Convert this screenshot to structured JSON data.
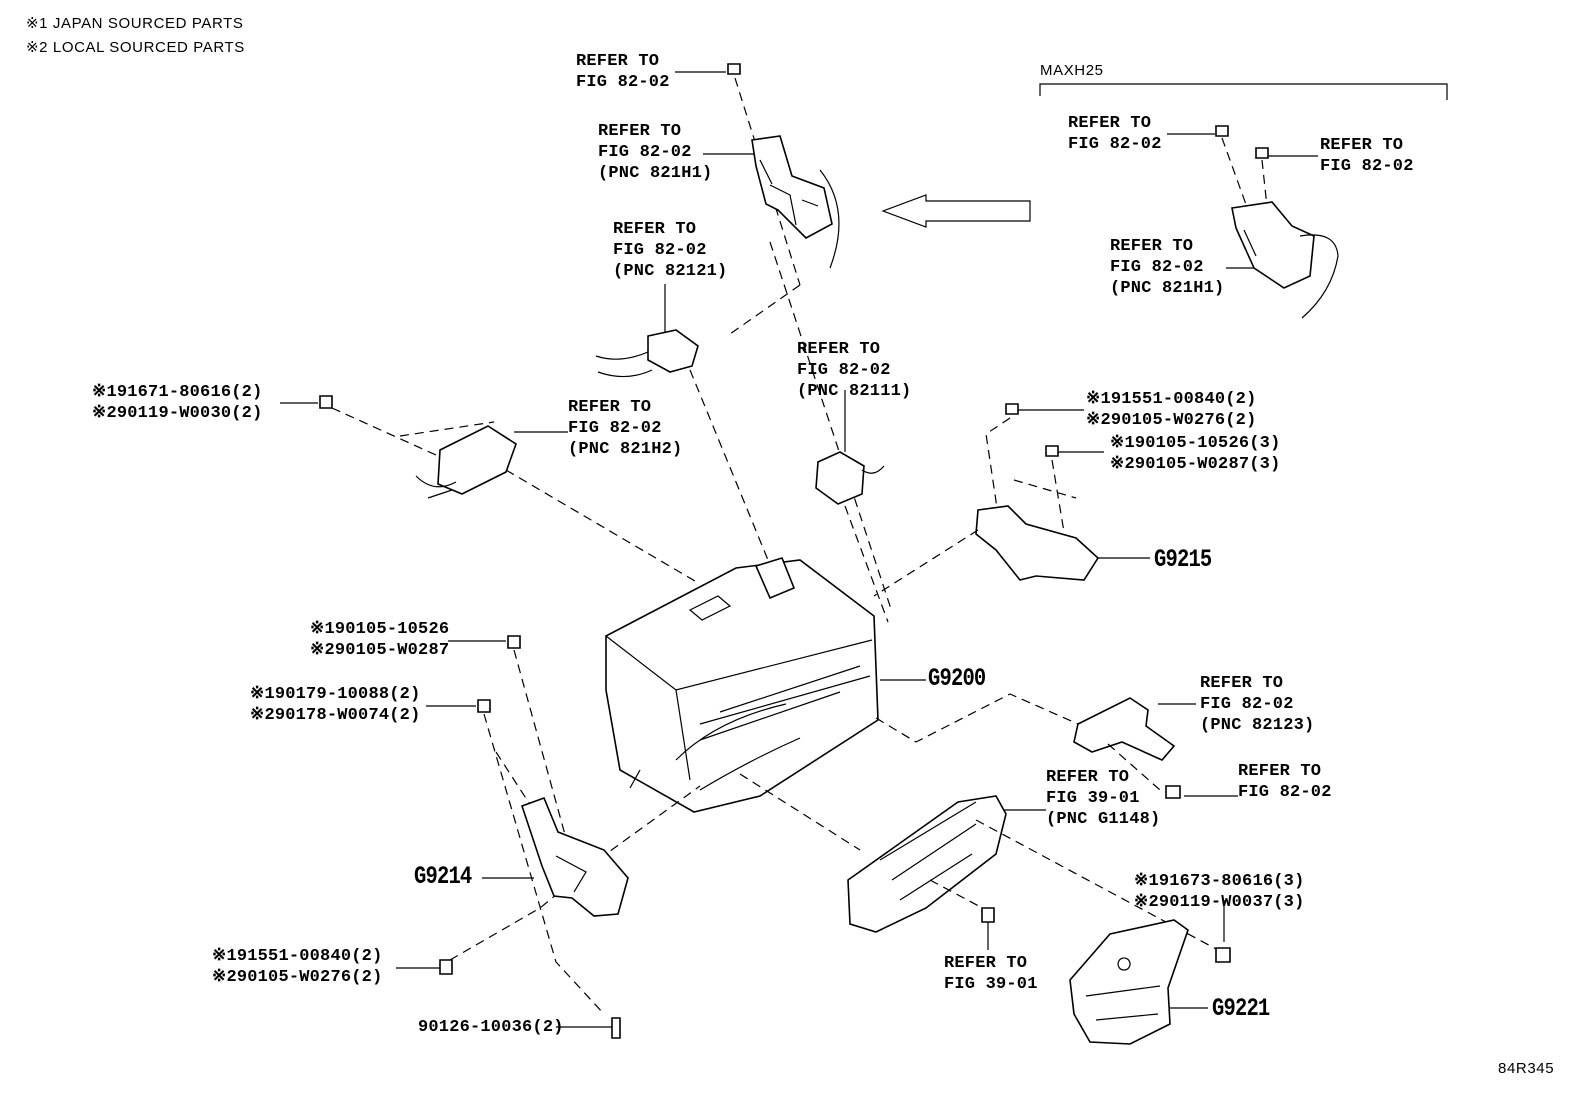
{
  "notes": {
    "japan": "※1 JAPAN SOURCED PARTS",
    "local": "※2 LOCAL SOURCED PARTS"
  },
  "variant": "MAXH25",
  "figure_id": "84R345",
  "refs": {
    "top_bolt": [
      "REFER TO",
      "FIG 82-02"
    ],
    "left_bracket": [
      "REFER TO",
      "FIG 82-02",
      "(PNC 821H1)"
    ],
    "connector_82121": [
      "REFER TO",
      "FIG 82-02",
      "(PNC 82121)"
    ],
    "sensor_82111": [
      "REFER TO",
      "FIG 82-02",
      "(PNC 82111)"
    ],
    "sensor_821h2": [
      "REFER TO",
      "FIG 82-02",
      "(PNC 821H2)"
    ],
    "inset_bolt_left": [
      "REFER TO",
      "FIG 82-02"
    ],
    "inset_bolt_right": [
      "REFER TO",
      "FIG 82-02"
    ],
    "inset_bracket": [
      "REFER TO",
      "FIG 82-02",
      "(PNC 821H1)"
    ],
    "pipe_82123": [
      "REFER TO",
      "FIG 82-02",
      "(PNC 82123)"
    ],
    "bolt_right": [
      "REFER TO",
      "FIG 82-02"
    ],
    "cover_g1148": [
      "REFER TO",
      "FIG 39-01",
      "(PNC G1148)"
    ],
    "bolt_39": [
      "REFER TO",
      "FIG 39-01"
    ]
  },
  "part_numbers": {
    "upper_left_bolt": [
      "※191671-80616(2)",
      "※290119-W0030(2)"
    ],
    "upper_right_bolt_a": [
      "※191551-00840(2)",
      "※290105-W0276(2)"
    ],
    "upper_right_bolt_b": [
      "※190105-10526(3)",
      "※290105-W0287(3)"
    ],
    "mid_left_bolt_a": [
      "※190105-10526",
      "※290105-W0287"
    ],
    "mid_left_bolt_b": [
      "※190179-10088(2)",
      "※290178-W0074(2)"
    ],
    "lower_left_bolt": [
      "※191551-00840(2)",
      "※290105-W0276(2)"
    ],
    "stud": "90126-10036(2)",
    "lower_right_bolt": [
      "※191673-80616(3)",
      "※290119-W0037(3)"
    ]
  },
  "codes": {
    "g9215": "G9215",
    "g9200": "G9200",
    "g9214": "G9214",
    "g9221": "G9221"
  },
  "icons": {
    "arrow": "left-arrow-icon"
  }
}
